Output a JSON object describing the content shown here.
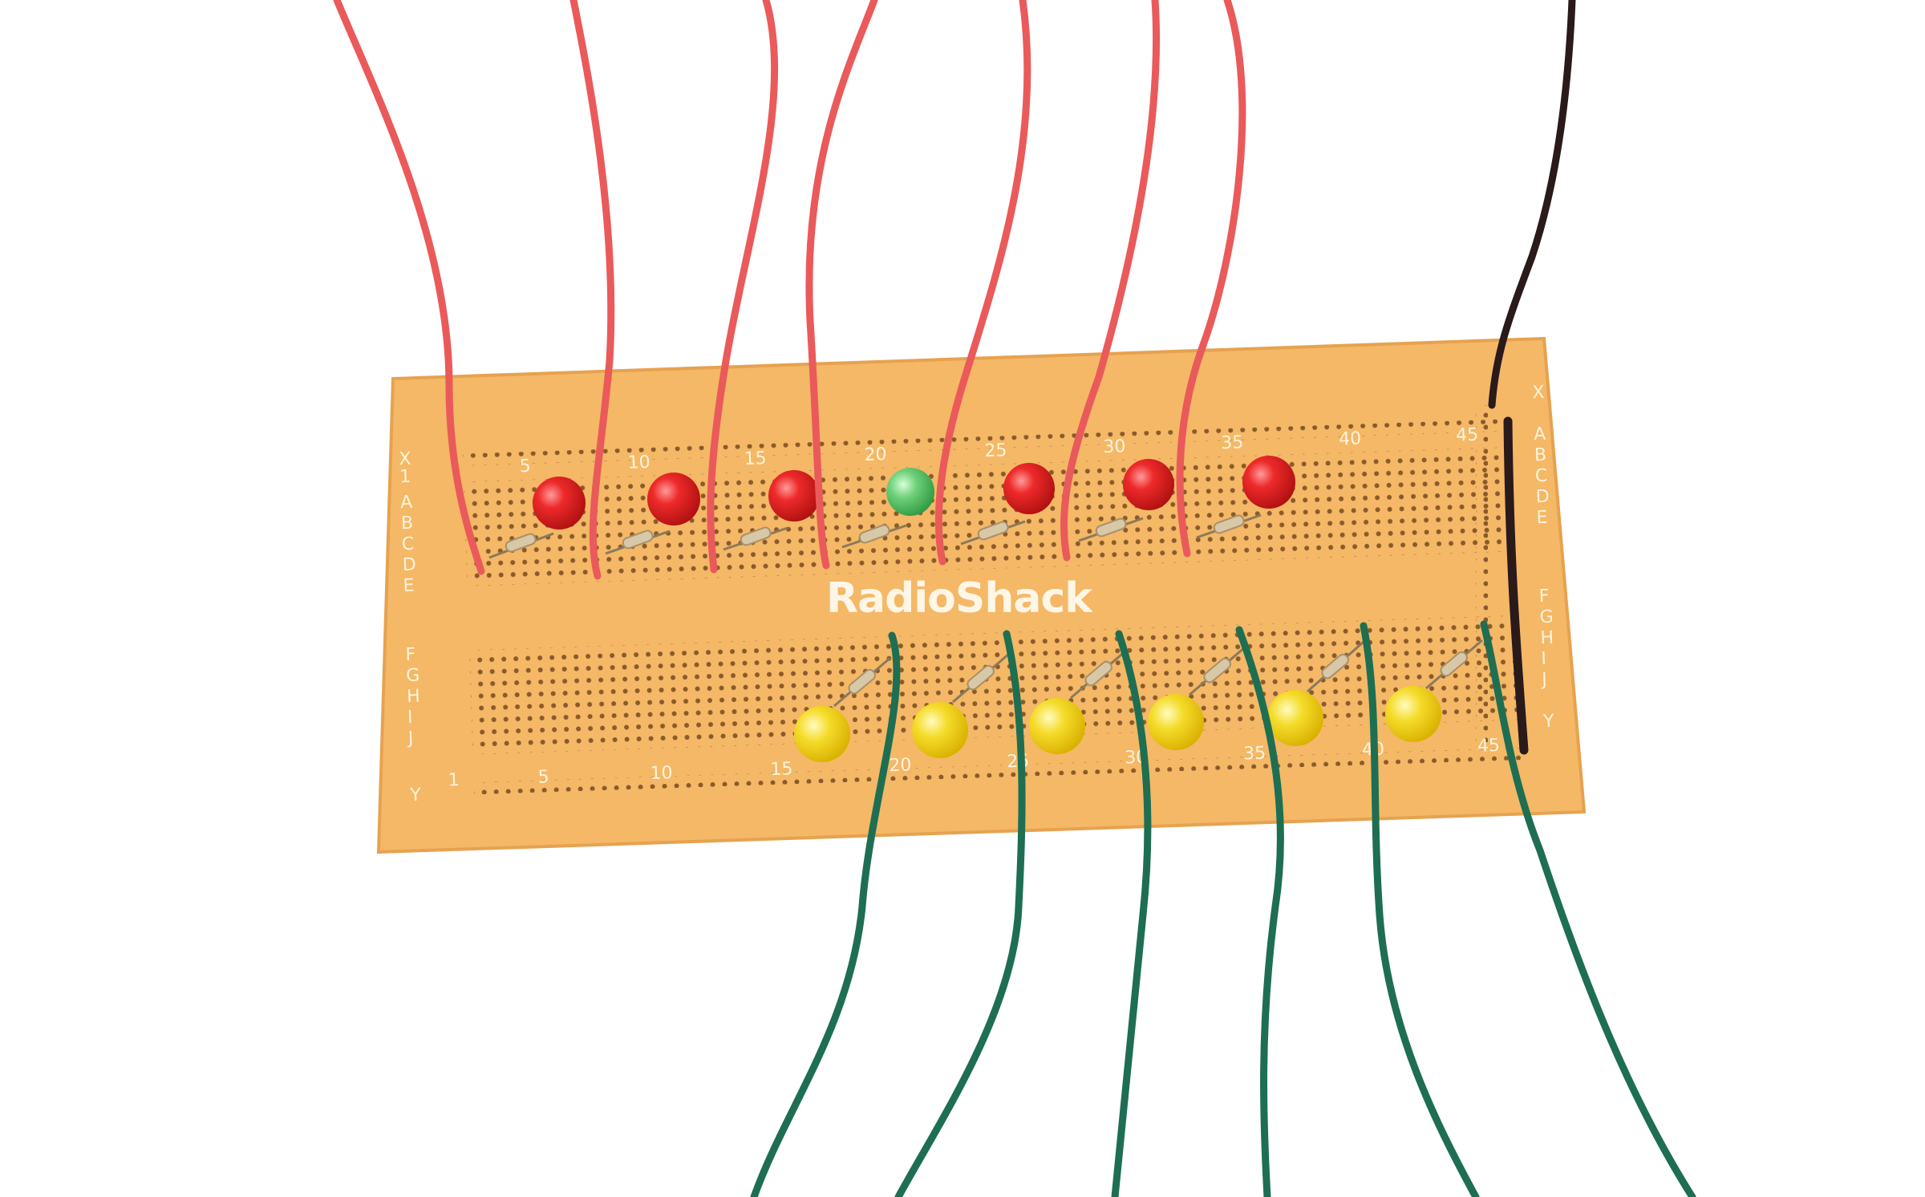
{
  "photo": {
    "board_brand": "RadioShack",
    "top_row_letters": [
      "X",
      "1",
      "A",
      "B",
      "C",
      "D",
      "E"
    ],
    "bottom_row_letters": [
      "F",
      "G",
      "H",
      "I",
      "J",
      "Y"
    ],
    "right_top_letters": [
      "X",
      "A",
      "B",
      "C",
      "D",
      "E"
    ],
    "right_bottom_letters": [
      "F",
      "G",
      "H",
      "I",
      "J",
      "Y"
    ],
    "top_column_numbers": [
      "5",
      "10",
      "15",
      "20",
      "25",
      "30",
      "35",
      "40",
      "45"
    ],
    "bottom_column_numbers": [
      "1",
      "5",
      "10",
      "15",
      "20",
      "25",
      "30",
      "35",
      "40",
      "45"
    ],
    "colors": {
      "board": "#f4b867",
      "board_edge": "#e6a24f",
      "hole": "#8a5a2a",
      "red_wire": "#ea5a5a",
      "green_wire": "#1e6e52",
      "black_wire": "#2a1a1a",
      "led_red": "#e81c24",
      "led_green": "#5ec46a",
      "led_yellow": "#f2d21a",
      "resistor": "#d8c8a8"
    },
    "top_leds": [
      "red",
      "red",
      "red",
      "green",
      "red",
      "red",
      "red"
    ],
    "bottom_leds": [
      "yellow",
      "yellow",
      "yellow",
      "yellow",
      "yellow",
      "yellow"
    ]
  }
}
